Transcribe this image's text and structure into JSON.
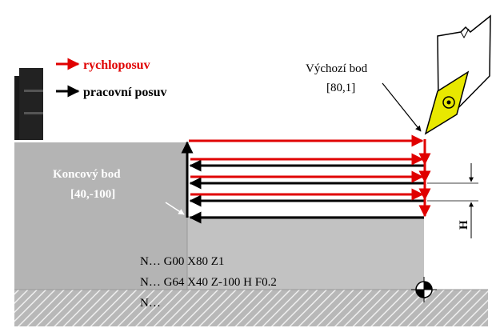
{
  "legend": {
    "rapid_label": "rychloposuv",
    "feed_label": "pracovní posuv"
  },
  "start_point": {
    "label": "Výchozí bod",
    "coords": "[80,1]"
  },
  "end_point": {
    "label": "Koncový bod",
    "coords": "[40,-100]"
  },
  "dimension_label": "H",
  "program_lines": [
    "N… G00 X80 Z1",
    "N… G64 X40 Z-100 H F0.2",
    "N…"
  ],
  "colors": {
    "rapid": "#e00000",
    "feed": "#000000",
    "stock": "#b4b4b4",
    "finished_part": "#c2c2c2",
    "base_hatch": "#bdbdbd",
    "label_on_stock": "#ffffff",
    "insert": "#e8e800"
  },
  "icons": {
    "tool": "turning-tool-icon",
    "origin": "workpiece-zero-icon",
    "chuck": "chuck-jaw-icon"
  }
}
